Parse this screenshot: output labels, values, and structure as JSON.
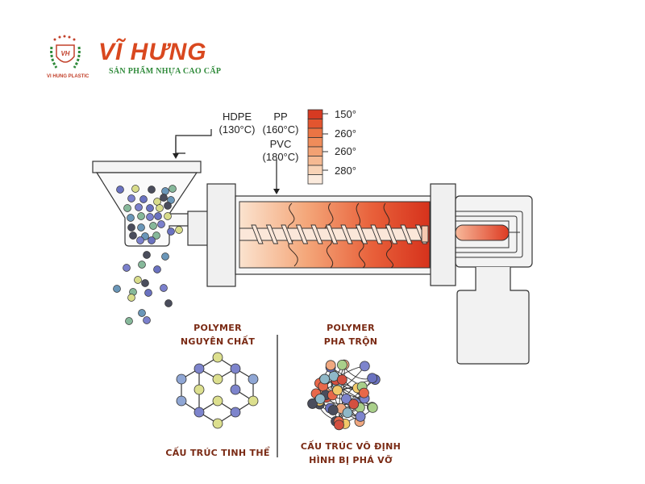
{
  "brand": {
    "name": "VĨ HƯNG",
    "tagline": "SẢN PHẨM NHỰA CAO CẤP",
    "logo_monogram": "VH",
    "logo_caption": "VI HUNG PLASTIC",
    "colors": {
      "primary": "#d9481f",
      "tagline": "#2f8a3a"
    }
  },
  "materials": [
    {
      "name": "HDPE",
      "temp": "(130°C)"
    },
    {
      "name": "PP",
      "temp": "(160°C)"
    },
    {
      "name": "PVC",
      "temp": "(180°C)"
    }
  ],
  "temperature_scale": {
    "labels": [
      "150°",
      "260°",
      "260°",
      "280°"
    ],
    "swatches": [
      "#d63a22",
      "#e2552f",
      "#ea7444",
      "#ef8c5a",
      "#f2a173",
      "#f5b992",
      "#f8d3b6",
      "#fbeadc"
    ]
  },
  "sections": {
    "left": {
      "title_line1": "POLYMER",
      "title_line2": "NGUYÊN CHẤT",
      "caption": "CẤU TRÚC TINH THỂ"
    },
    "right": {
      "title_line1": "POLYMER",
      "title_line2": "PHA TRỘN",
      "caption_line1": "CẤU TRÚC VÔ ĐỊNH",
      "caption_line2": "HÌNH BỊ PHÁ VỠ"
    }
  }
}
